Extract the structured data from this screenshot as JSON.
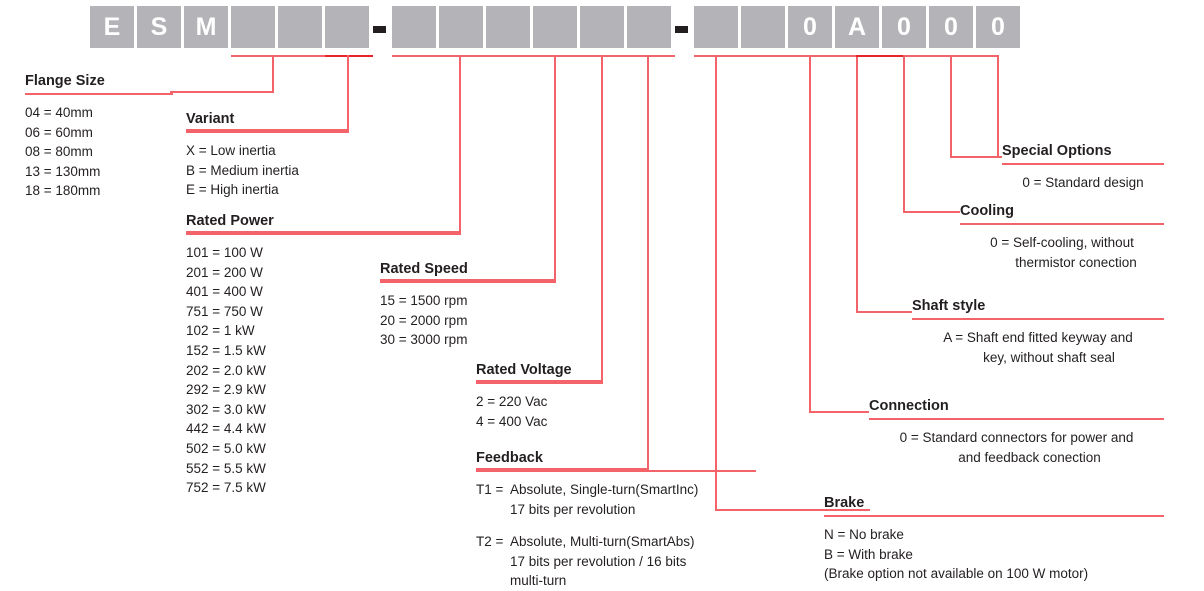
{
  "part_number": {
    "boxes": [
      {
        "char": "E",
        "filled": true
      },
      {
        "char": "S",
        "filled": true
      },
      {
        "char": "M",
        "filled": true
      },
      {
        "char": "",
        "filled": false
      },
      {
        "char": "",
        "filled": false
      },
      {
        "char": "",
        "filled": false
      },
      {
        "char": "",
        "filled": false
      },
      {
        "char": "",
        "filled": false
      },
      {
        "char": "",
        "filled": false
      },
      {
        "char": "",
        "filled": false
      },
      {
        "char": "",
        "filled": false
      },
      {
        "char": "",
        "filled": false
      },
      {
        "char": "",
        "filled": false
      },
      {
        "char": "",
        "filled": false
      },
      {
        "char": "0",
        "filled": true
      },
      {
        "char": "A",
        "filled": true
      },
      {
        "char": "0",
        "filled": true
      },
      {
        "char": "0",
        "filled": true
      }
    ],
    "separator": "-",
    "separator_count": 2
  },
  "colors": {
    "box_fill": "#b4b4b8",
    "box_text": "#ffffff",
    "leader": "#f4636a",
    "leader_dark": "#e8232a",
    "text": "#231f20",
    "page_background": "#ffffff"
  },
  "sections": {
    "flange_size": {
      "title": "Flange Size",
      "items": [
        "04 = 40mm",
        "06 = 60mm",
        "08 = 80mm",
        "13 = 130mm",
        "18 = 180mm"
      ]
    },
    "variant": {
      "title": "Variant",
      "items": [
        "X = Low inertia",
        "B = Medium inertia",
        "E = High inertia"
      ]
    },
    "rated_power": {
      "title": "Rated Power",
      "items": [
        "101 = 100 W",
        "201 = 200 W",
        "401 = 400 W",
        "751 = 750 W",
        "102 = 1 kW",
        "152 = 1.5 kW",
        "202 = 2.0 kW",
        "292 = 2.9 kW",
        "302 = 3.0 kW",
        "442 = 4.4 kW",
        "502 = 5.0 kW",
        "552 = 5.5 kW",
        "752 = 7.5 kW"
      ]
    },
    "rated_speed": {
      "title": "Rated Speed",
      "items": [
        "15 = 1500 rpm",
        "20 = 2000 rpm",
        "30 = 3000 rpm"
      ]
    },
    "rated_voltage": {
      "title": "Rated Voltage",
      "items": [
        "2 = 220 Vac",
        "4 = 400 Vac"
      ]
    },
    "feedback": {
      "title": "Feedback",
      "entries": [
        {
          "key": "T1 =",
          "lines": [
            "Absolute, Single-turn(SmartInc)",
            "17 bits per revolution"
          ]
        },
        {
          "key": "T2 =",
          "lines": [
            "Absolute, Multi-turn(SmartAbs)",
            "17 bits per revolution / 16 bits",
            "multi-turn"
          ]
        }
      ]
    },
    "special_options": {
      "title": "Special Options",
      "items": [
        "0 = Standard design"
      ]
    },
    "cooling": {
      "title": "Cooling",
      "items": [
        "0 = Self-cooling, without",
        "thermistor conection"
      ]
    },
    "shaft_style": {
      "title": "Shaft style",
      "items": [
        "A = Shaft end fitted keyway and",
        "key, without shaft seal"
      ]
    },
    "connection": {
      "title": "Connection",
      "items": [
        "0 = Standard connectors for power and",
        "and feedback conection"
      ]
    },
    "brake": {
      "title": "Brake",
      "items": [
        "N = No brake",
        "B = With brake",
        "(Brake option not available on 100 W motor)"
      ]
    }
  }
}
